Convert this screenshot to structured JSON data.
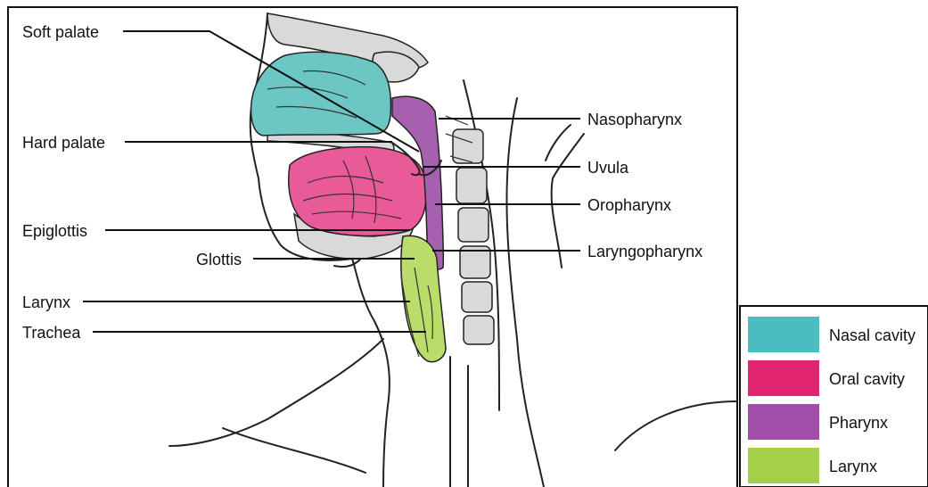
{
  "labels": {
    "soft_palate": "Soft palate",
    "hard_palate": "Hard palate",
    "epiglottis": "Epiglottis",
    "glottis": "Glottis",
    "larynx": "Larynx",
    "trachea": "Trachea",
    "nasopharynx": "Nasopharynx",
    "uvula": "Uvula",
    "oropharynx": "Oropharynx",
    "laryngopharynx": "Laryngopharynx"
  },
  "legend": [
    {
      "label": "Nasal cavity",
      "color": "#4bbcbf"
    },
    {
      "label": "Oral cavity",
      "color": "#e0246f"
    },
    {
      "label": "Pharynx",
      "color": "#a04ea8"
    },
    {
      "label": "Larynx",
      "color": "#a6cf48"
    }
  ],
  "colors": {
    "nasal_cavity": "#6cc6c4",
    "oral_cavity": "#e85a98",
    "pharynx": "#a75fb0",
    "larynx": "#b9dc6a"
  }
}
